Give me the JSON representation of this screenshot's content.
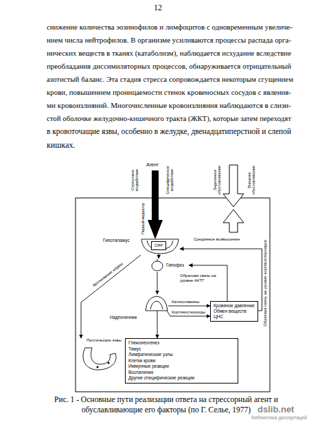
{
  "diagram": {
    "caption": "Рис. 1 - Основные пути реализации ответа на стрессорный агент и обуславливающие его факторы (по Г. Селье, 1977)",
    "nodes": [
      {
        "text": [
          "Гипоталамус"
        ]
      },
      {
        "text": [
          "CRF"
        ]
      },
      {
        "text": [
          "Гипофиз"
        ]
      },
      {
        "text": [
          "Надпочечник"
        ]
      },
      {
        "text": [
          "Кровяное давление",
          "Обмен веществ",
          "ЦНС"
        ]
      },
      {
        "text": [
          "Пептические язвы"
        ]
      },
      {
        "text": [
          "Глюконеогенез",
          "Тимус",
          "Лимфатические узлы",
          "Клетки крови",
          "Иммунные реакции",
          "Воспаление",
          "Другие специфические реакции"
        ]
      }
    ],
    "edges": [
      {
        "from": 1,
        "to": 2,
        "arrow": "to"
      },
      {
        "from": 2,
        "to": 3,
        "arrow": "to"
      },
      {
        "from": 3,
        "to": 4,
        "label": "Катехоламины",
        "arrow": "to"
      },
      {
        "from": 3,
        "to": 4,
        "label": "Кортикостероиды",
        "arrow": "to"
      },
      {
        "from": 3,
        "to": 6,
        "arrow": "to"
      },
      {
        "from": 0,
        "to": 5,
        "label": "Автономные нервы",
        "arrow": "to"
      },
      {
        "from": 4,
        "to": 2,
        "label": "Обратная связь на уровне АКТГ",
        "arrow": "to"
      },
      {
        "from": 4,
        "to": 0,
        "label": "Обратная связь на уровне кортикостероидов",
        "arrow": "to"
      }
    ],
    "labels": [
      "12",
      "снижение количества эозинофилов и лимфоцитов с одновременным увеличе-",
      "нием числа нейтрофилов. В организме усиливаются процессы распада орга-",
      "нических веществ в тканях (катаболизм), наблюдается исхудание вследствие",
      "преобладания диссимиляторных процессов, обнаруживается отрицательный",
      "азотистый баланс. Эта стадия стресса сопровождается некоторым сгущением",
      "крови, повышением проницаемости стенок кровеносных сосудов с явления-",
      "ми кровоизлияний. Многочисленные кровоизлияния наблюдаются в слизи-",
      "стой оболочке желудочно-кишечного тракта (ЖКТ), которые затем переходят",
      "в кровоточащие язвы, особенно в желудке, двенадцатиперстной и слепой",
      "кишках.",
      "Агент",
      "Стрессовое воздействие",
      "Специфическое воздействие",
      "Первый медиатор",
      "Эндогенное обуславливание",
      "Внешнее обуславливание",
      "Срединное возвышение",
      "dslib.net",
      "библиотека диссертаций"
    ]
  }
}
